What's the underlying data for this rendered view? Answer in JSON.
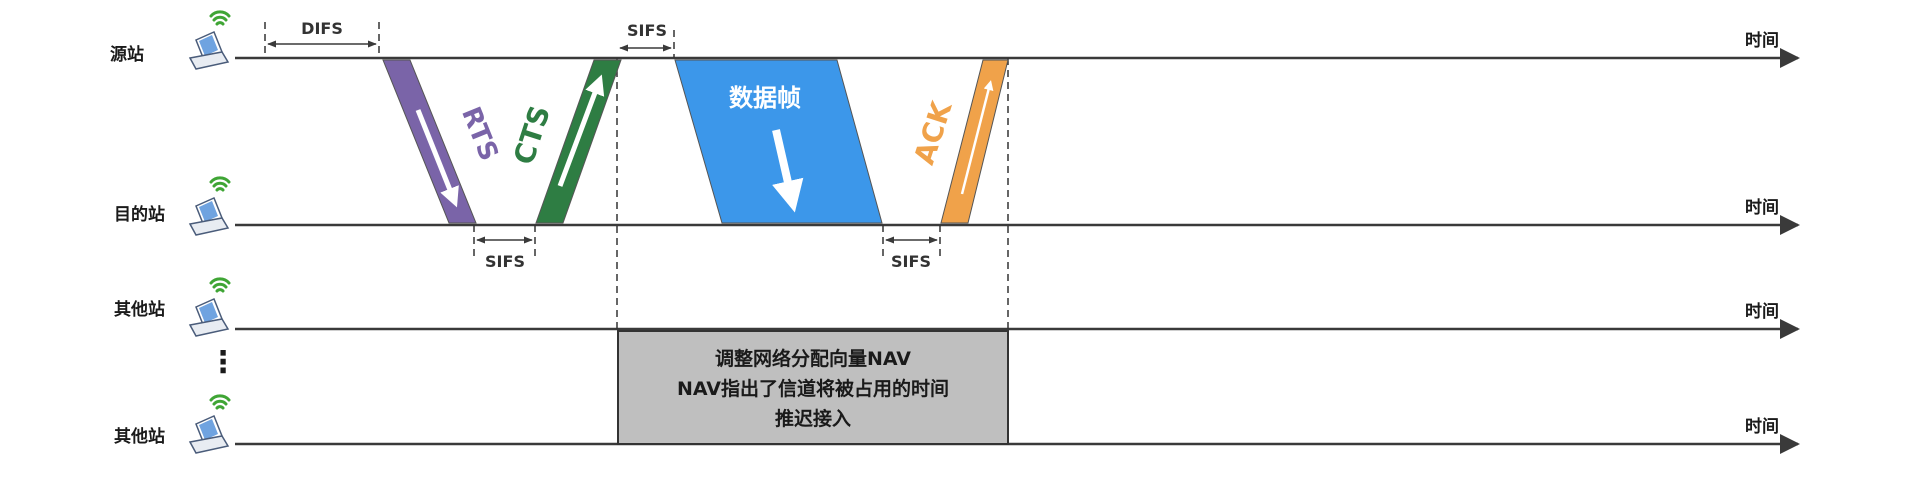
{
  "stations": [
    {
      "label": "源站",
      "axis_label": "时间"
    },
    {
      "label": "目的站",
      "axis_label": "时间"
    },
    {
      "label": "其他站",
      "axis_label": "时间"
    },
    {
      "label": "其他站",
      "axis_label": "时间"
    }
  ],
  "intervals": {
    "difs": "DIFS",
    "sifs_1": "SIFS",
    "sifs_2": "SIFS",
    "sifs_3": "SIFS"
  },
  "frames": {
    "rts": "RTS",
    "cts": "CTS",
    "data": "数据帧",
    "ack": "ACK"
  },
  "nav_box": {
    "line1": "调整网络分配向量NAV",
    "line2": "NAV指出了信道将被占用的时间",
    "line3": "推迟接入"
  },
  "ellipsis": "⋮",
  "colors": {
    "rts": "#7a64a8",
    "cts": "#2e7d43",
    "data": "#3c97ea",
    "ack": "#f0a24a",
    "nav": "#bfbfbf",
    "wifi": "#3fa535",
    "laptop": "#3a7bd5"
  }
}
